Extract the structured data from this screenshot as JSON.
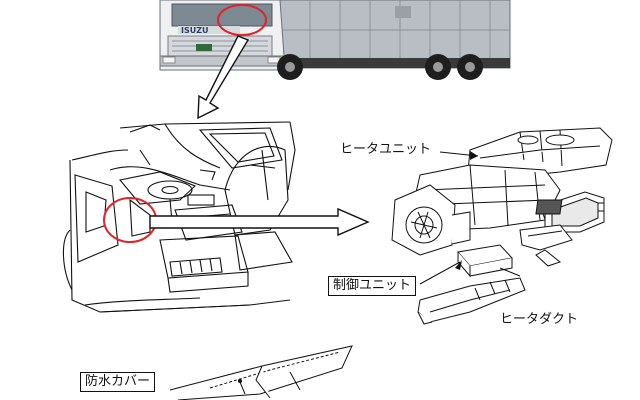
{
  "truck": {
    "brand_badge": "ISUZU"
  },
  "labels": {
    "heater_unit": "ヒータユニット",
    "control_unit": "制御ユニット",
    "heater_duct": "ヒータダクト",
    "waterproof_cover": "防水カバー"
  },
  "colors": {
    "highlight": "#e0242a",
    "line": "#111111",
    "cab_green": "#2f6b3a"
  }
}
